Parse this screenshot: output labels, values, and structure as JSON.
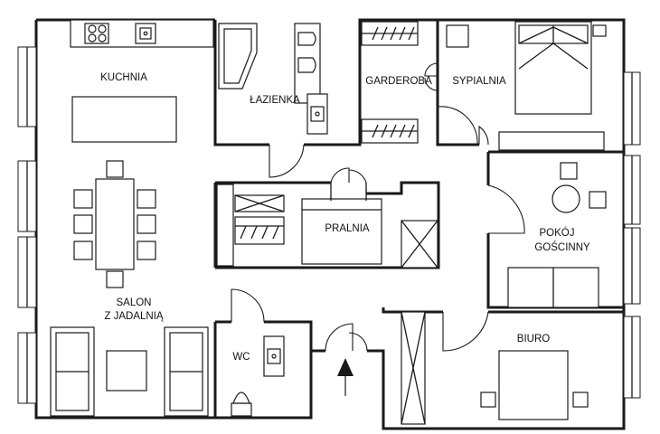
{
  "rooms": {
    "kitchen": "KUCHNIA",
    "bathroom": "ŁAZIENKA",
    "wardrobe": "GARDEROBA",
    "bedroom": "SYPIALNIA",
    "laundry": "PRALNIA",
    "guest_line1": "POKÓJ",
    "guest_line2": "GOŚCINNY",
    "living_line1": "SALON",
    "living_line2": "Z JADALNIĄ",
    "wc": "WC",
    "office": "BIURO"
  },
  "icons": {
    "entrance": "entrance-arrow-icon"
  }
}
